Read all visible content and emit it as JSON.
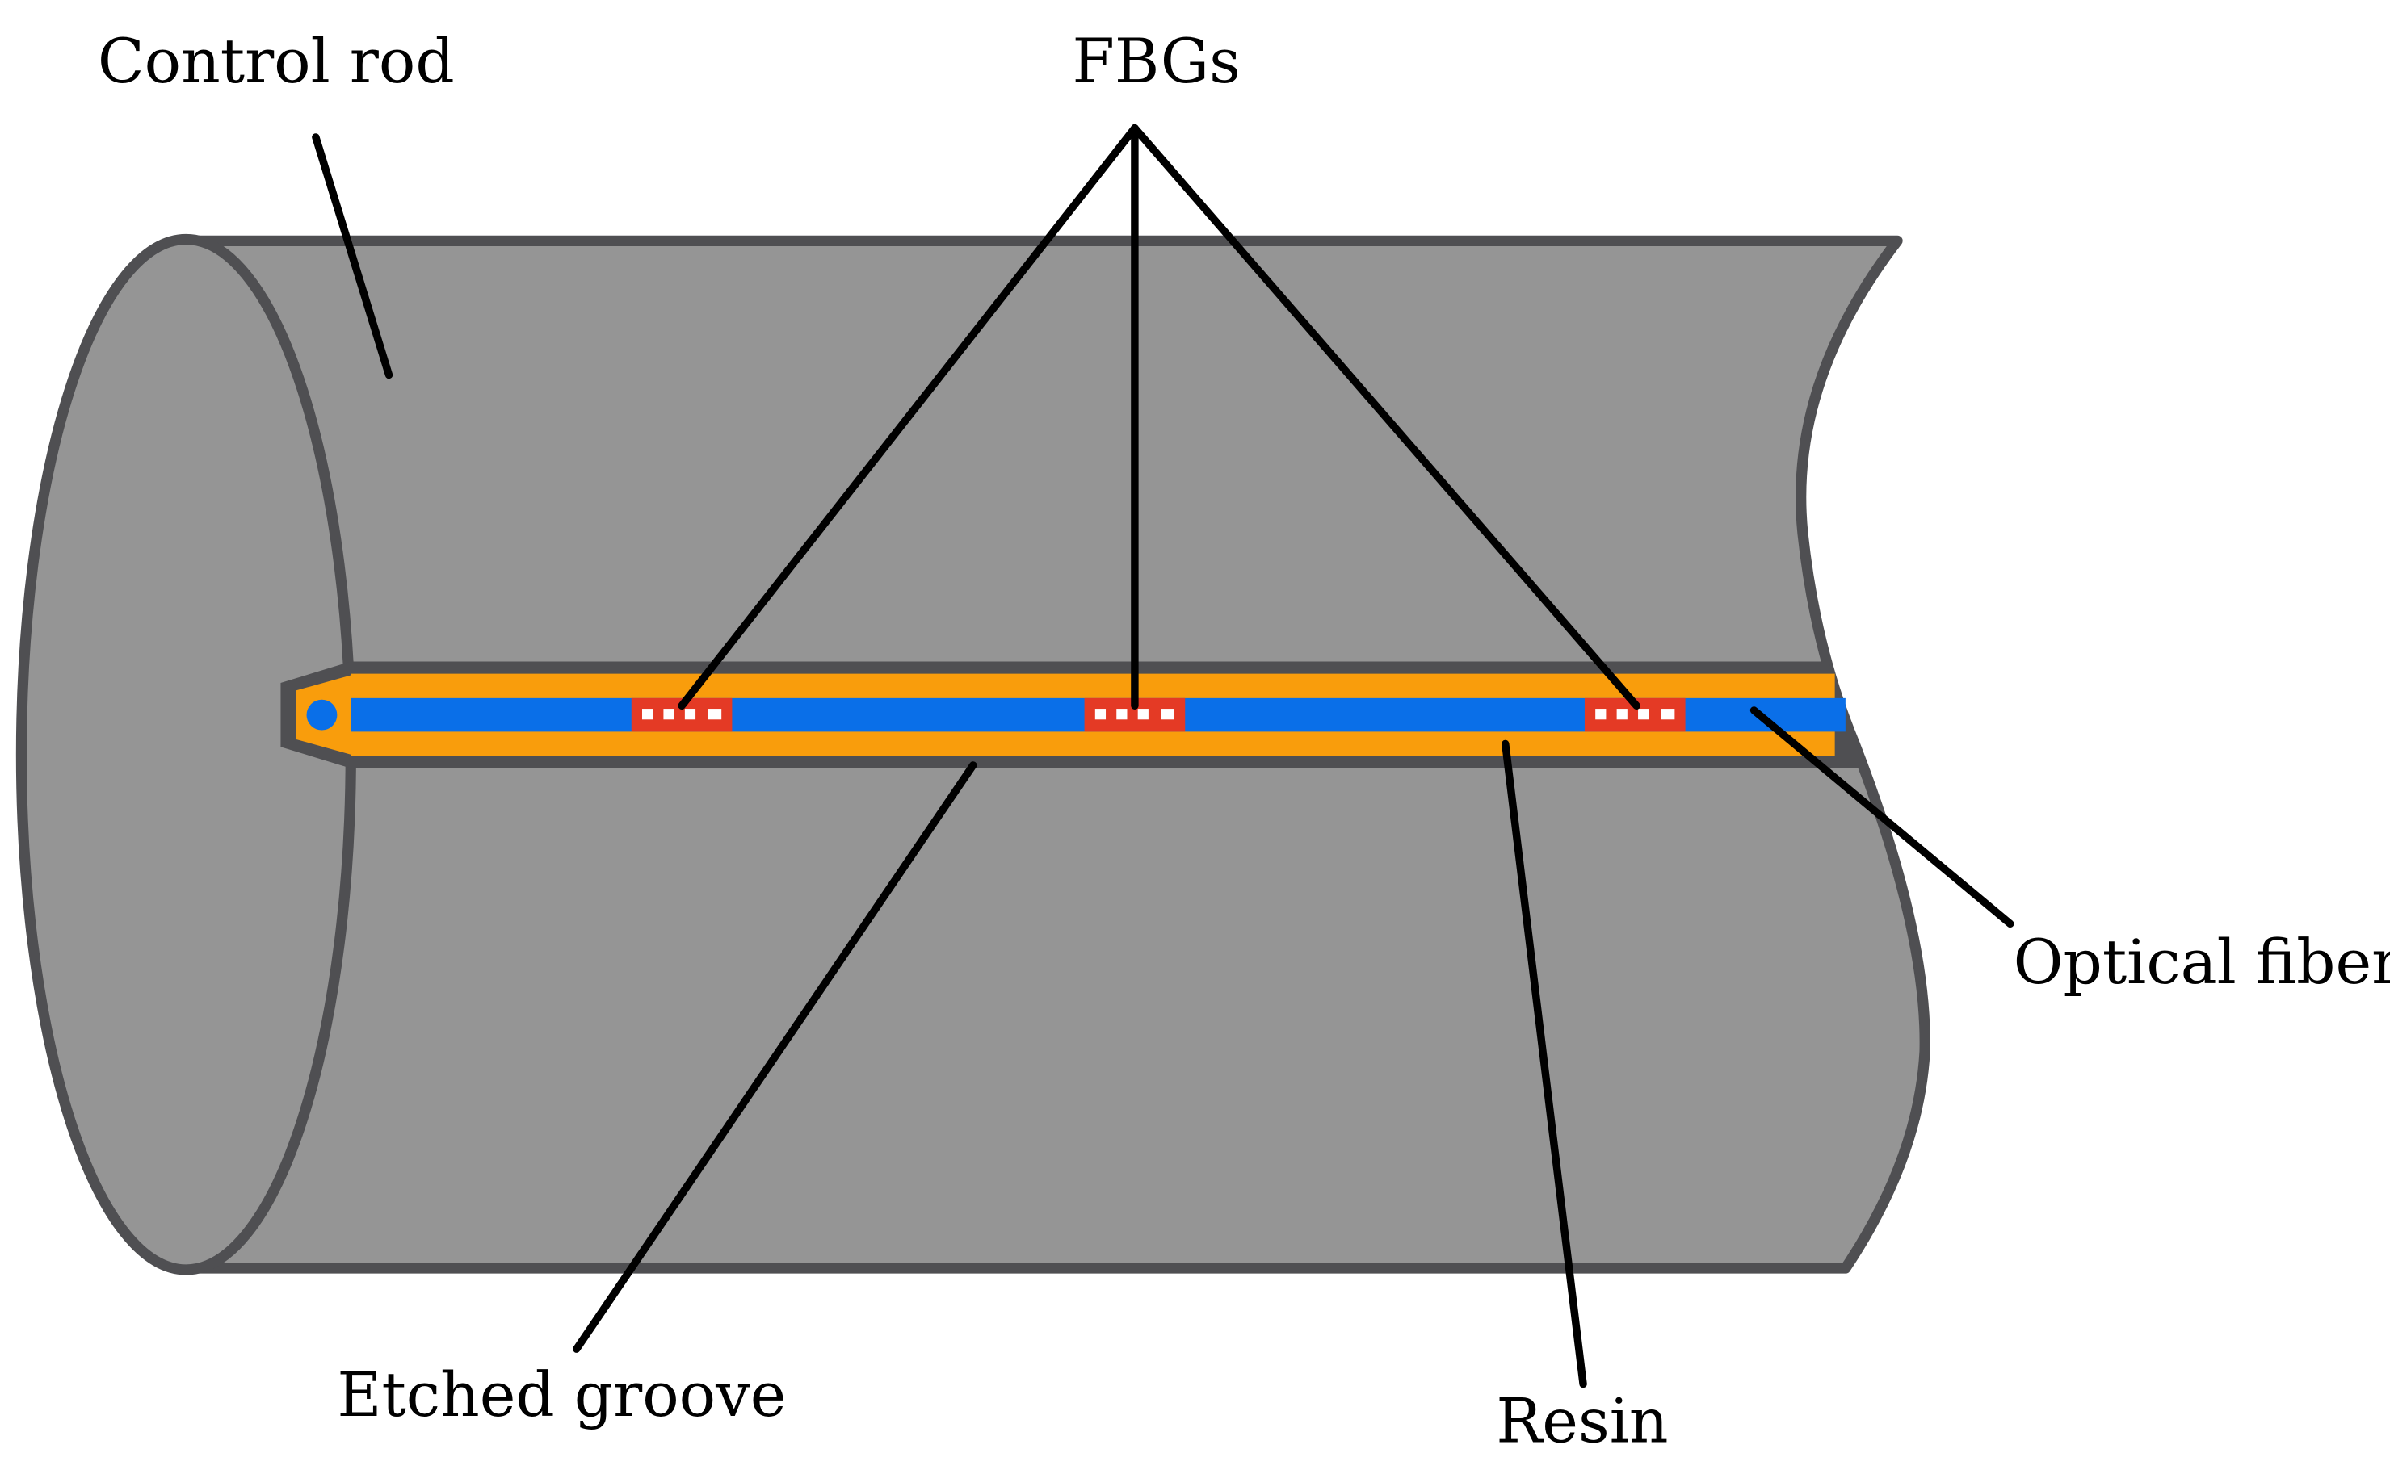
{
  "labels": {
    "control_rod": "Control rod",
    "fbgs": "FBGs",
    "optical_fiber": "Optical fiber",
    "etched_groove": "Etched groove",
    "resin": "Resin"
  },
  "colors": {
    "rod_fill": "#959595",
    "rod_outline": "#4f4f52",
    "resin": "#f99d0c",
    "fiber": "#0a6fe8",
    "fbg": "#e43a25",
    "fbg_marks": "#ffffff",
    "leader_line": "#000000",
    "background": "#ffffff"
  }
}
